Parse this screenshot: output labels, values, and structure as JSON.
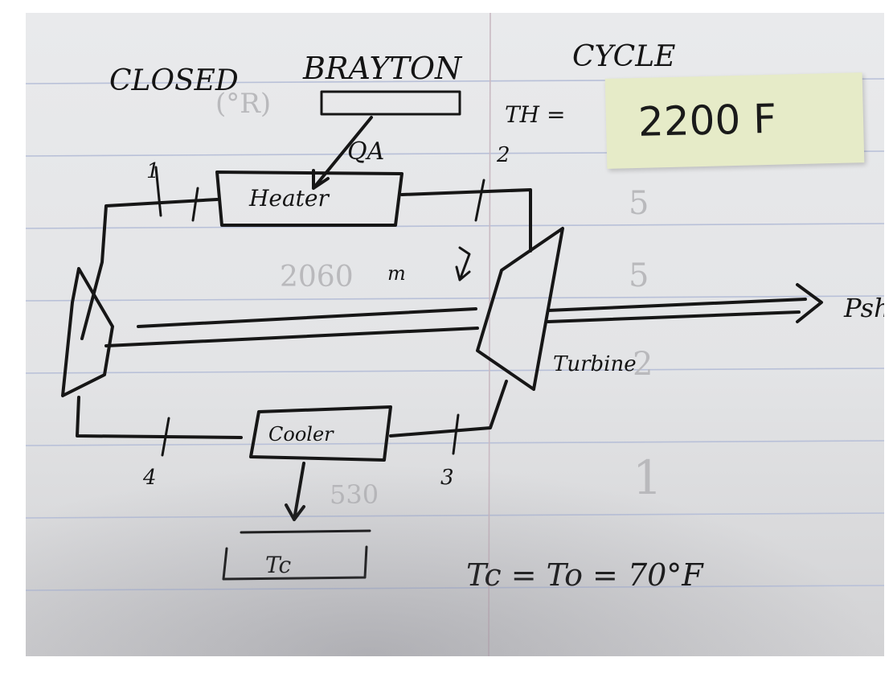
{
  "title": {
    "word1": "CLOSED",
    "word2": "BRAYTON",
    "word3": "CYCLE"
  },
  "heater_label": "Heater",
  "cooler_label": "Cooler",
  "turbine_label": "Turbine",
  "heat_in_label": "QA",
  "cold_reservoir_label": "Tc",
  "power_label": "Psh",
  "work_arrow_label": "m",
  "states": {
    "s1": "1",
    "s2": "2",
    "s3": "3",
    "s4": "4"
  },
  "hot_temp": {
    "label": "TH =",
    "value": "2200 F"
  },
  "cold_temp_equation": "Tc = To = 70°F",
  "faint_background_marks": {
    "mark1": "(°R)",
    "mark2": "2060",
    "mark3": "5",
    "mark4": "5",
    "mark5": "2",
    "mark6": "1",
    "mark7": "530"
  },
  "colors": {
    "ink": "#161616",
    "paper": "#e6e7e9",
    "sticky_note": "#e6ebc8",
    "ruled_lines": "#b8c0d8"
  }
}
